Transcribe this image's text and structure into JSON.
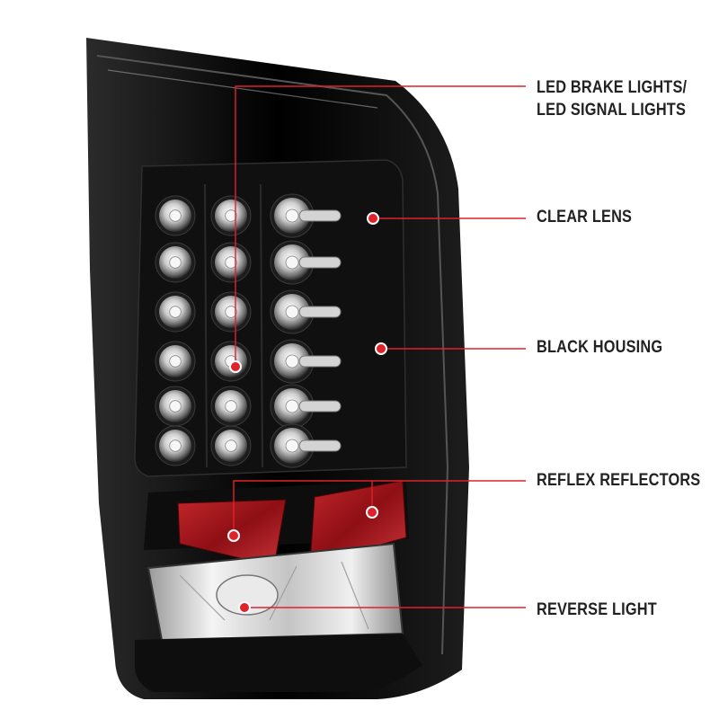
{
  "callouts": {
    "brake_line1": "LED BRAKE LIGHTS/",
    "brake_line2": "LED SIGNAL LIGHTS",
    "clear_lens": "CLEAR LENS",
    "black_housing": "BLACK HOUSING",
    "reflex_reflectors": "REFLEX REFLECTORS",
    "reverse_light": "REVERSE LIGHT"
  },
  "colors": {
    "background": "#ffffff",
    "housing": "#0b0b0b",
    "lens_chrome": "#d9d9d9",
    "reflector_red": "#b3181d",
    "callout_line": "#e0222a",
    "callout_dot": "#e0222a",
    "label_text": "#222222"
  },
  "icons": [
    "led-bulb",
    "callout-dot"
  ]
}
